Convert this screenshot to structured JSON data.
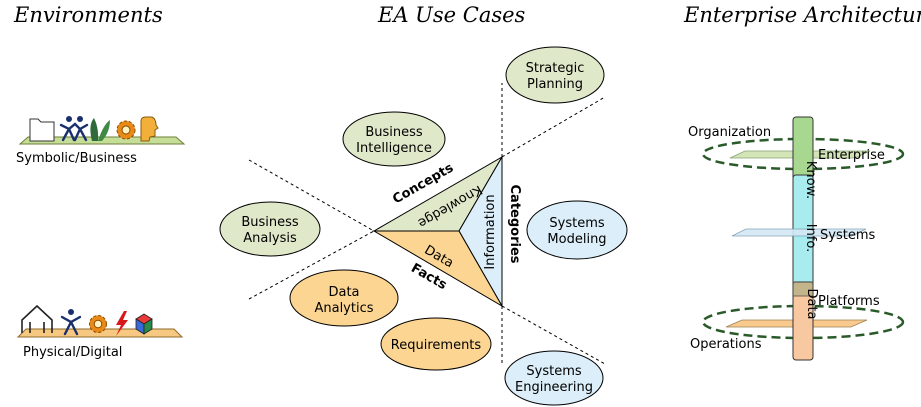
{
  "headers": {
    "environments": "Environments",
    "use_cases": "EA Use Cases",
    "architecture": "Enterprise Architecture"
  },
  "environments": {
    "symbolic": "Symbolic/Business",
    "physical": "Physical/Digital"
  },
  "use_cases": {
    "strategic_planning": [
      "Strategic",
      "Planning"
    ],
    "business_intelligence": [
      "Business",
      "Intelligence"
    ],
    "business_analysis": [
      "Business",
      "Analysis"
    ],
    "systems_modeling": [
      "Systems",
      "Modeling"
    ],
    "data_analytics": [
      "Data",
      "Analytics"
    ],
    "requirements": "Requirements",
    "systems_engineering": [
      "Systems",
      "Engineering"
    ]
  },
  "triangle": {
    "knowledge": "Knowledge",
    "information": "Information",
    "data": "Data",
    "concepts": "Concepts",
    "facts": "Facts",
    "categories": "Categories"
  },
  "architecture": {
    "organization": "Organization",
    "operations": "Operations",
    "enterprise": "Enterprise",
    "systems": "Systems",
    "platforms": "Platforms",
    "know": "Know.",
    "info": "Info.",
    "data": "Data"
  },
  "colors": {
    "green": "#dfe8c8",
    "blue": "#dbeef9",
    "orange": "#fcd592",
    "bar_green": "#a8d890",
    "bar_cyan": "#a8ecf0",
    "bar_orange": "#f8c8a0"
  }
}
